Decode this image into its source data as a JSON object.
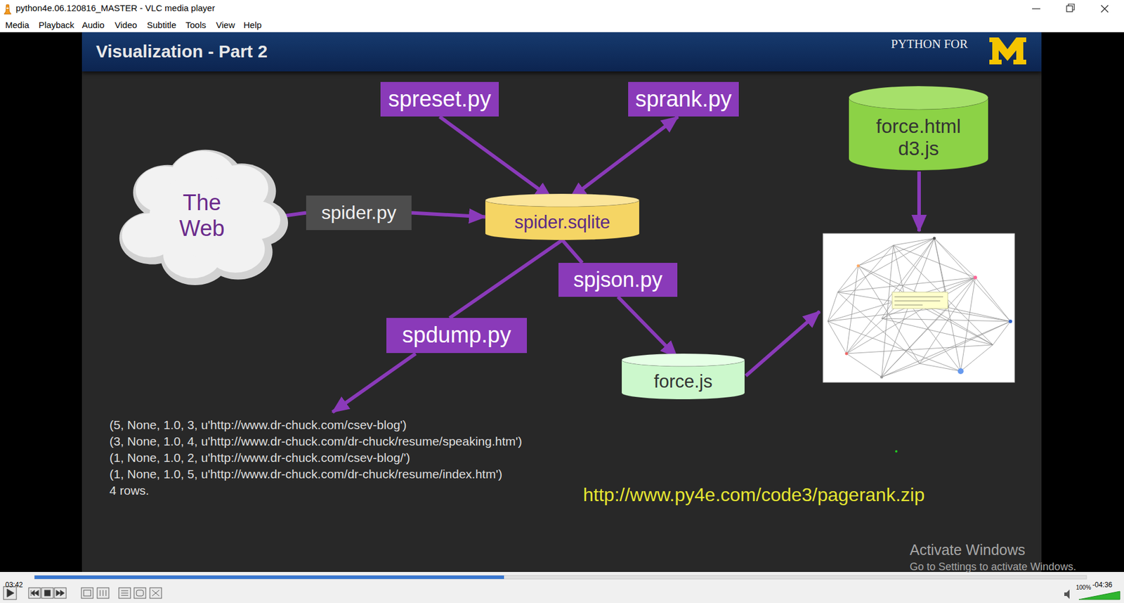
{
  "diagram": {
    "title": "Visualization - Part 2",
    "nodes": [
      {
        "text": [
          "spreset.py"
        ]
      },
      {
        "text": [
          "sprank.py"
        ]
      },
      {
        "text": [
          "force.html d3.js"
        ]
      },
      {
        "text": [
          "The Web"
        ]
      },
      {
        "text": [
          "spider.py"
        ]
      },
      {
        "text": [
          "spider.sqlite"
        ]
      },
      {
        "text": [
          "spjson.py"
        ]
      },
      {
        "text": [
          "spdump.py"
        ]
      },
      {
        "text": [
          "force.js"
        ]
      }
    ],
    "edges": [
      {
        "from": 0,
        "to": 5,
        "arrow": "to"
      },
      {
        "from": 5,
        "to": 1,
        "arrow": "both"
      },
      {
        "from": 3,
        "to": 4,
        "arrow": "none"
      },
      {
        "from": 4,
        "to": 5,
        "arrow": "to"
      },
      {
        "from": 5,
        "to": 6,
        "arrow": "none"
      },
      {
        "from": 6,
        "to": 8,
        "arrow": "to"
      },
      {
        "from": 5,
        "to": 7,
        "arrow": "none"
      }
    ],
    "labels": [
      "python4e.06.120816_MASTER - VLC media player",
      "Media",
      "Playback",
      "Audio",
      "Video",
      "Subtitle",
      "Tools",
      "View",
      "Help",
      "PYTHON FOR",
      "(5, None, 1.0, 3, u'http://www.dr-chuck.com/csev-blog')",
      "(3, None, 1.0, 4, u'http://www.dr-chuck.com/dr-chuck/resume/speaking.htm')",
      "(1, None, 1.0, 2, u'http://www.dr-chuck.com/csev-blog/')",
      "(1, None, 1.0, 5, u'http://www.dr-chuck.com/dr-chuck/resume/index.htm')",
      "4 rows.",
      "http://www.py4e.com/code3/pagerank.zip",
      "Activate Windows",
      "Go to Settings to activate Windows.",
      "03:42",
      "-04:36",
      "100%"
    ]
  }
}
